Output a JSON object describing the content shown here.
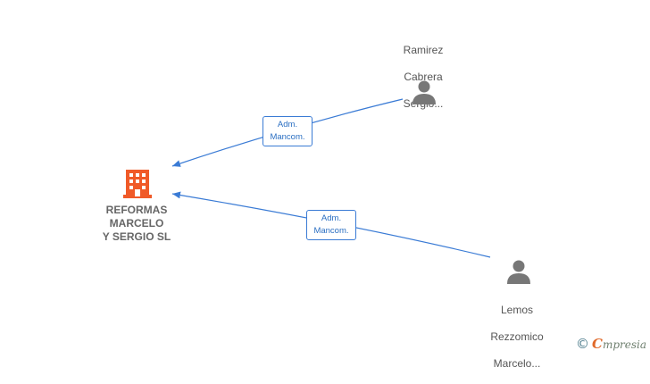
{
  "company": {
    "lines": [
      "REFORMAS",
      "MARCELO",
      "Y SERGIO  SL"
    ],
    "icon": "building-icon",
    "color": "#f05a28"
  },
  "persons": [
    {
      "lines": [
        "Ramirez",
        "Cabrera",
        "Sergio..."
      ],
      "icon": "person-icon"
    },
    {
      "lines": [
        "Lemos",
        "Rezzomico",
        "Marcelo..."
      ],
      "icon": "person-icon"
    }
  ],
  "relations": [
    {
      "lines": [
        "Adm.",
        "Mancom."
      ]
    },
    {
      "lines": [
        "Adm.",
        "Mancom."
      ]
    }
  ],
  "colors": {
    "edge": "#3a7bd5",
    "person": "#777777"
  },
  "brand": {
    "copyright": "©",
    "initial": "C",
    "rest": "mpresia"
  }
}
